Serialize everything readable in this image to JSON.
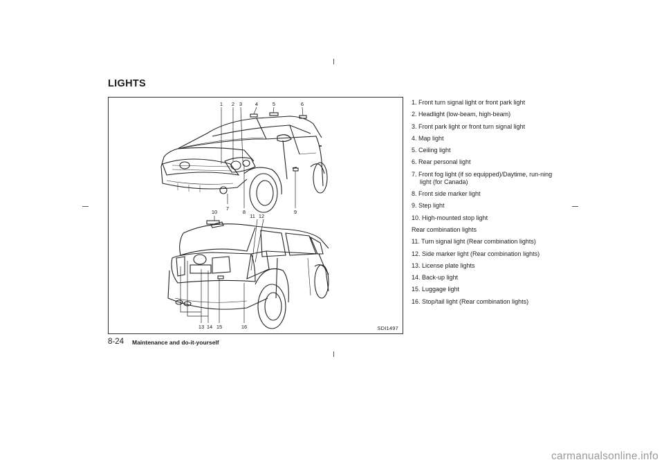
{
  "page": {
    "heading": "LIGHTS",
    "figure_code": "SDI1497",
    "page_number": "8-24",
    "section_title": "Maintenance and do-it-yourself",
    "watermark": "carmanualsonline.info"
  },
  "callouts": {
    "c1": "1",
    "c2": "2",
    "c3": "3",
    "c4": "4",
    "c5": "5",
    "c6": "6",
    "c7": "7",
    "c8": "8",
    "c9": "9",
    "c10": "10",
    "c11": "11",
    "c12": "12",
    "c13": "13",
    "c14": "14",
    "c15": "15",
    "c16": "16"
  },
  "legend": [
    "1. Front turn signal light or front park light",
    "2. Headlight (low-beam, high-beam)",
    "3. Front park light or front turn signal light",
    "4. Map light",
    "5. Ceiling light",
    "6. Rear personal light",
    "7. Front fog light (if so equipped)/Daytime, run-ning light (for Canada)",
    "8. Front side marker light",
    "9. Step light",
    "10. High-mounted stop light",
    "Rear combination lights",
    "11. Turn signal light (Rear combination lights)",
    "12. Side marker light (Rear combination lights)",
    "13. License plate lights",
    "14. Back-up light",
    "15. Luggage light",
    "16. Stop/tail light (Rear combination lights)"
  ]
}
